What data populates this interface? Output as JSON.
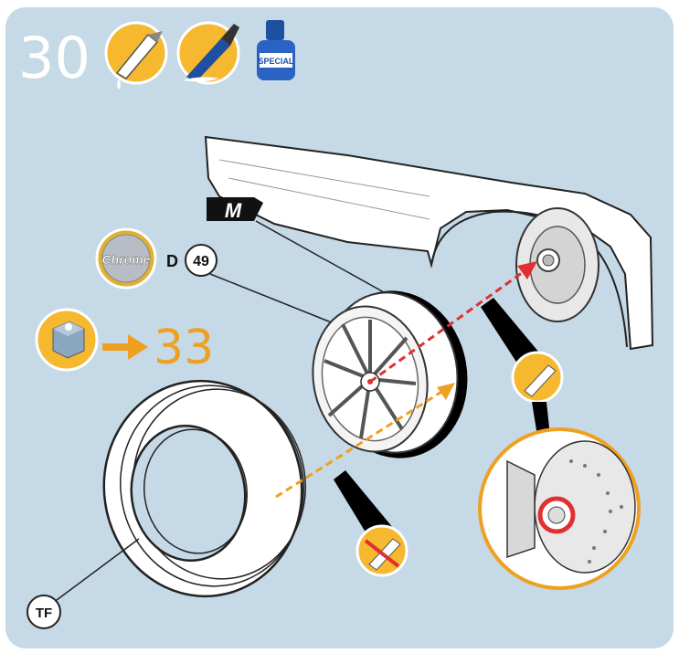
{
  "step": {
    "number": "30"
  },
  "header_icons": [
    {
      "name": "glue-drop-icon"
    },
    {
      "name": "paint-brush-icon"
    },
    {
      "name": "cement-bottle-icon",
      "label": "SPECIAL"
    }
  ],
  "part_labels": {
    "decal": "M",
    "paint": "Chrome",
    "part_prefix": "D",
    "part_number": "49",
    "tire": "TF"
  },
  "forward": {
    "target_step": "33"
  },
  "colors": {
    "panel": "#c5d9e6",
    "accent_orange": "#f0a020",
    "arrow_red": "#e03030",
    "tire_outline": "#222222"
  }
}
